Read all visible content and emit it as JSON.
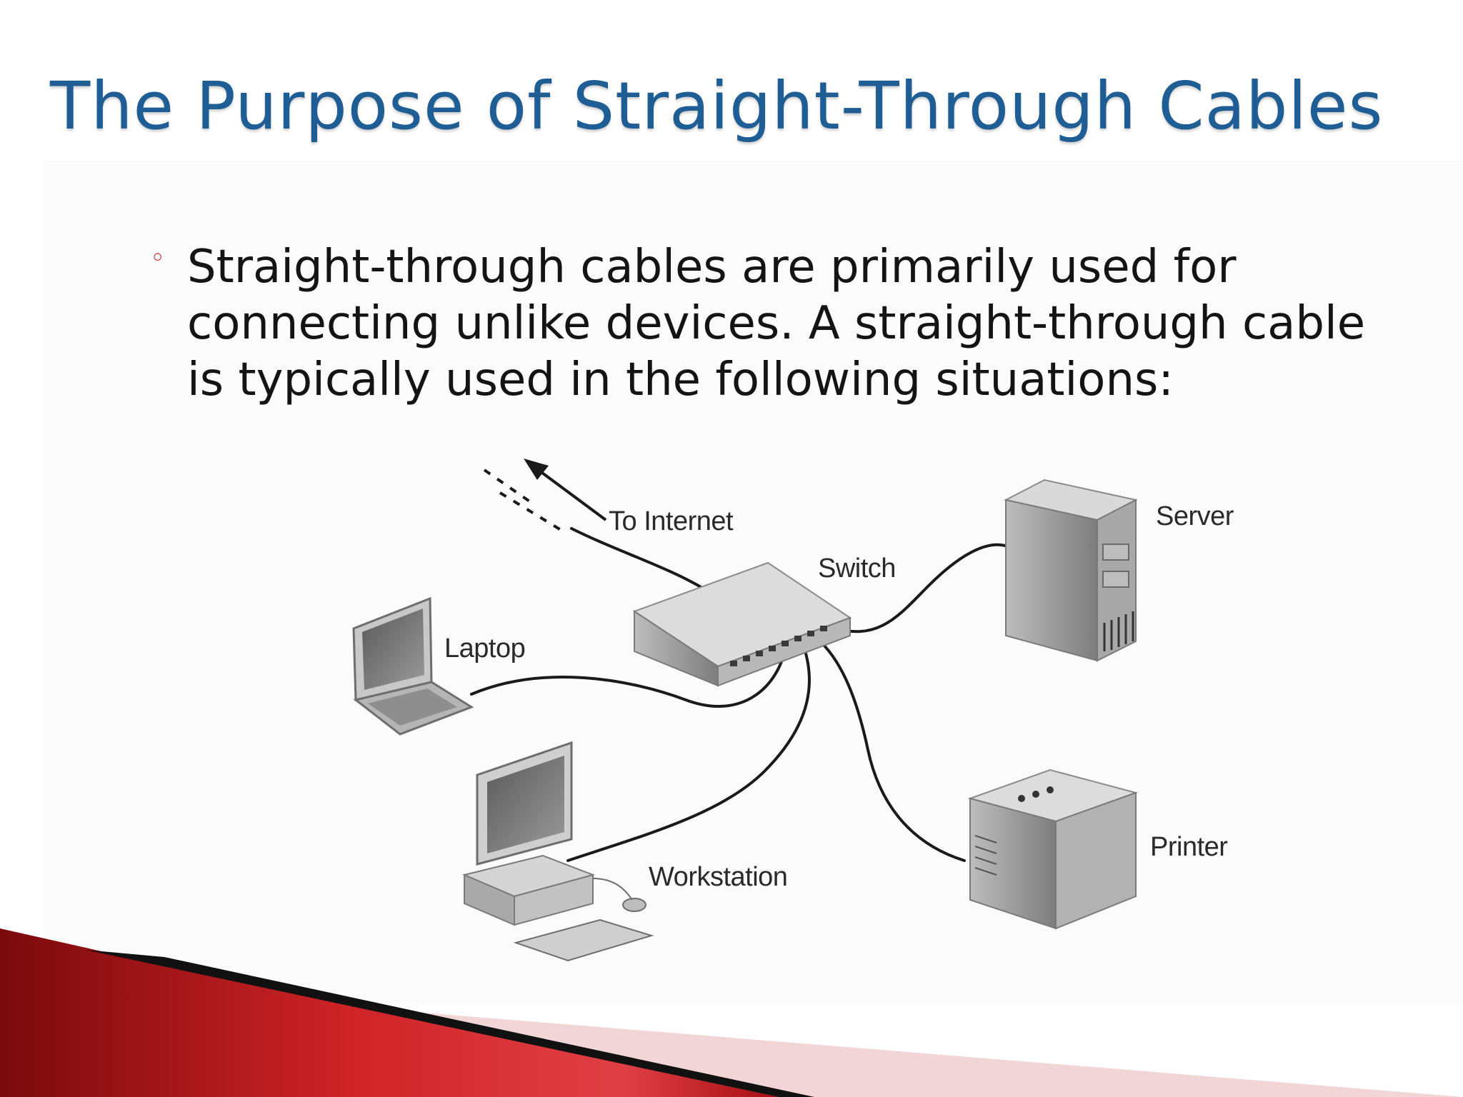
{
  "slide": {
    "title": "The Purpose of Straight-Through Cables",
    "bullet": {
      "icon": "ring-bullet-icon",
      "text": "Straight-through cables are primarily used for connecting unlike devices. A straight-through cable is typically used in the following situations:"
    }
  },
  "diagram": {
    "labels": {
      "internet": "To Internet",
      "switch": "Switch",
      "server": "Server",
      "laptop": "Laptop",
      "workstation": "Workstation",
      "printer": "Printer"
    }
  },
  "theme": {
    "title_color": "#1f5d95",
    "bullet_color": "#c0161b",
    "accent_red": "#b80f14"
  }
}
